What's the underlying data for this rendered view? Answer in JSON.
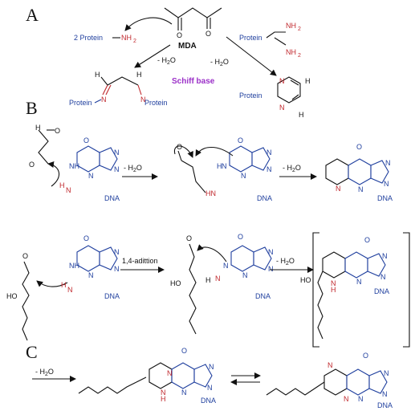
{
  "panels": {
    "a": "A",
    "b": "B",
    "c": "C"
  },
  "colors": {
    "red": "#c0282d",
    "blue": "#1f3f9e",
    "purple": "#9b30c8",
    "black": "#111111"
  },
  "panel_a": {
    "protein_amine_coef": "2 Protein",
    "nh2": "NH",
    "sub2": "2",
    "mda": "MDA",
    "minus_water": "- H",
    "water_tail": "O",
    "water_sub": "2",
    "protein": "Protein",
    "n": "N",
    "h": "H",
    "schiff_base": "Schiff base",
    "o": "O"
  },
  "panel_b": {
    "h": "H",
    "n": "N",
    "o": "O",
    "nh": "NH",
    "hn": "HN",
    "dna": "DNA",
    "minus_water": "- H",
    "water_tail": "O",
    "water_sub": "2",
    "addition": "1,4-adittion",
    "ho": "HO"
  },
  "panel_c": {
    "minus_water": "- H",
    "water_tail": "O",
    "water_sub": "2",
    "h": "H",
    "n": "N",
    "o": "O",
    "dna": "DNA"
  }
}
